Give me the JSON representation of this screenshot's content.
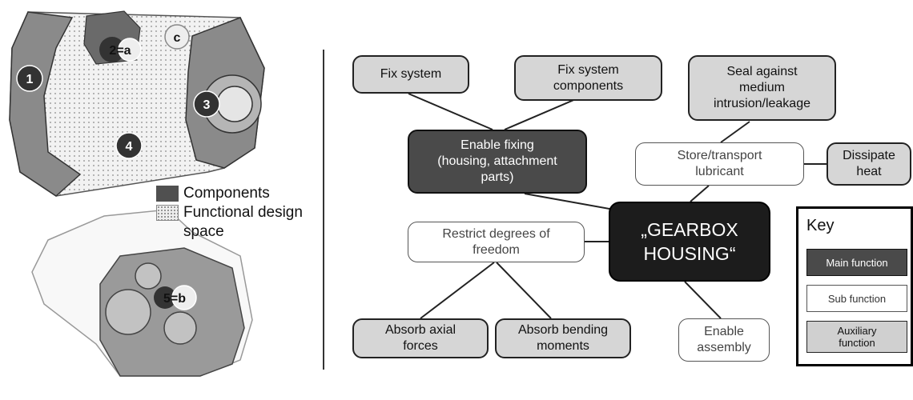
{
  "left_figure": {
    "markers": [
      "1",
      "2=a",
      "c",
      "3",
      "4",
      "5=b"
    ],
    "legend": {
      "components": "Components",
      "functional_design_space": "Functional design\nspace"
    }
  },
  "function_tree": {
    "core": "„GEARBOX\nHOUSING“",
    "main_functions": [
      "Enable fixing\n(housing, attachment\nparts)"
    ],
    "sub_functions": [
      "Store/transport\nlubricant",
      "Restrict degrees of\nfreedom",
      "Enable\nassembly"
    ],
    "auxiliary_functions": [
      "Fix system",
      "Fix system\ncomponents",
      "Seal against\nmedium\nintrusion/leakage",
      "Dissipate\nheat",
      "Absorb axial\nforces",
      "Absorb bending\nmoments"
    ]
  },
  "key": {
    "title": "Key",
    "main": "Main function",
    "sub": "Sub function",
    "aux": "Auxiliary\nfunction"
  },
  "colors": {
    "main": "#4a4a4a",
    "sub": "#ffffff",
    "aux": "#d6d6d6",
    "core": "#1c1c1c"
  }
}
